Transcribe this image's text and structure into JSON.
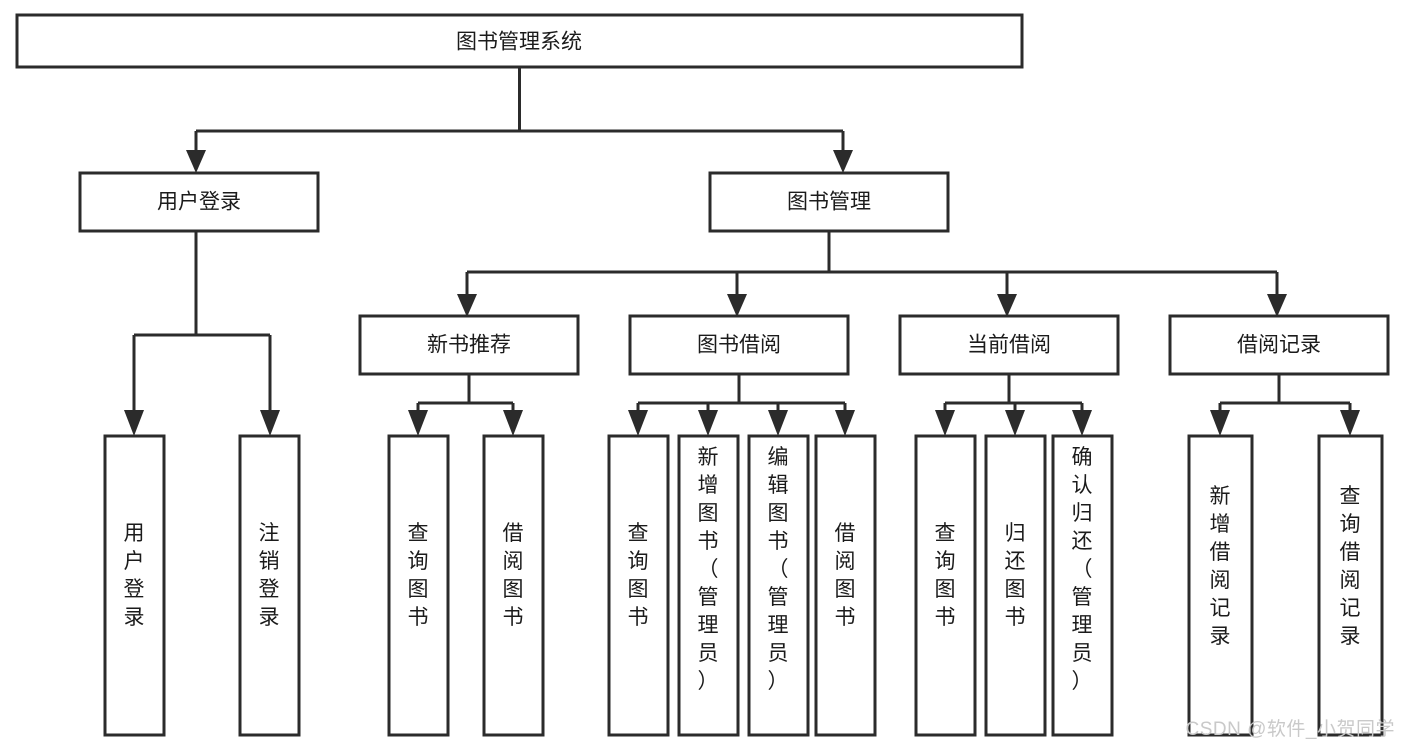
{
  "diagram": {
    "type": "tree-hierarchy-diagram",
    "title": "图书管理系统",
    "colors": {
      "box_fill": "#ffffff",
      "box_stroke": "#2b2b2b",
      "text": "#1b1b1b",
      "watermark": "#c9c9c9",
      "background": "#ffffff"
    },
    "levels": {
      "level1": [
        {
          "id": "root",
          "label": "图书管理系统",
          "orientation": "horizontal"
        }
      ],
      "level2": [
        {
          "id": "user-login",
          "label": "用户登录",
          "orientation": "horizontal"
        },
        {
          "id": "book-manage",
          "label": "图书管理",
          "orientation": "horizontal"
        }
      ],
      "level3": [
        {
          "id": "new-book-rec",
          "label": "新书推荐",
          "orientation": "horizontal"
        },
        {
          "id": "book-borrow",
          "label": "图书借阅",
          "orientation": "horizontal"
        },
        {
          "id": "current-borrow",
          "label": "当前借阅",
          "orientation": "horizontal"
        },
        {
          "id": "borrow-record",
          "label": "借阅记录",
          "orientation": "horizontal"
        }
      ],
      "level4": [
        {
          "id": "leaf-user-login",
          "label": "用户登录",
          "parent": "user-login",
          "orientation": "vertical",
          "align": "middle"
        },
        {
          "id": "leaf-logout-login",
          "label": "注销登录",
          "parent": "user-login",
          "orientation": "vertical",
          "align": "middle"
        },
        {
          "id": "leaf-query-book-1",
          "label": "查询图书",
          "parent": "new-book-rec",
          "orientation": "vertical",
          "align": "middle"
        },
        {
          "id": "leaf-borrow-book-1",
          "label": "借阅图书",
          "parent": "new-book-rec",
          "orientation": "vertical",
          "align": "middle"
        },
        {
          "id": "leaf-query-book-2",
          "label": "查询图书",
          "parent": "book-borrow",
          "orientation": "vertical",
          "align": "middle"
        },
        {
          "id": "leaf-add-book-admin",
          "label": "新增图书（管理员）",
          "parent": "book-borrow",
          "orientation": "vertical",
          "align": "top"
        },
        {
          "id": "leaf-edit-book-admin",
          "label": "编辑图书（管理员）",
          "parent": "book-borrow",
          "orientation": "vertical",
          "align": "top"
        },
        {
          "id": "leaf-borrow-book-2",
          "label": "借阅图书",
          "parent": "book-borrow",
          "orientation": "vertical",
          "align": "middle"
        },
        {
          "id": "leaf-query-book-3",
          "label": "查询图书",
          "parent": "current-borrow",
          "orientation": "vertical",
          "align": "middle"
        },
        {
          "id": "leaf-return-book",
          "label": "归还图书",
          "parent": "current-borrow",
          "orientation": "vertical",
          "align": "middle"
        },
        {
          "id": "leaf-confirm-return-admin",
          "label": "确认归还（管理员）",
          "parent": "current-borrow",
          "orientation": "vertical",
          "align": "top"
        },
        {
          "id": "leaf-add-borrow-record",
          "label": "新增借阅记录",
          "parent": "borrow-record",
          "orientation": "vertical",
          "align": "middle"
        },
        {
          "id": "leaf-query-borrow-record",
          "label": "查询借阅记录",
          "parent": "borrow-record",
          "orientation": "vertical",
          "align": "middle"
        }
      ]
    }
  },
  "watermark": {
    "text": "CSDN @软件_小贺同学"
  }
}
